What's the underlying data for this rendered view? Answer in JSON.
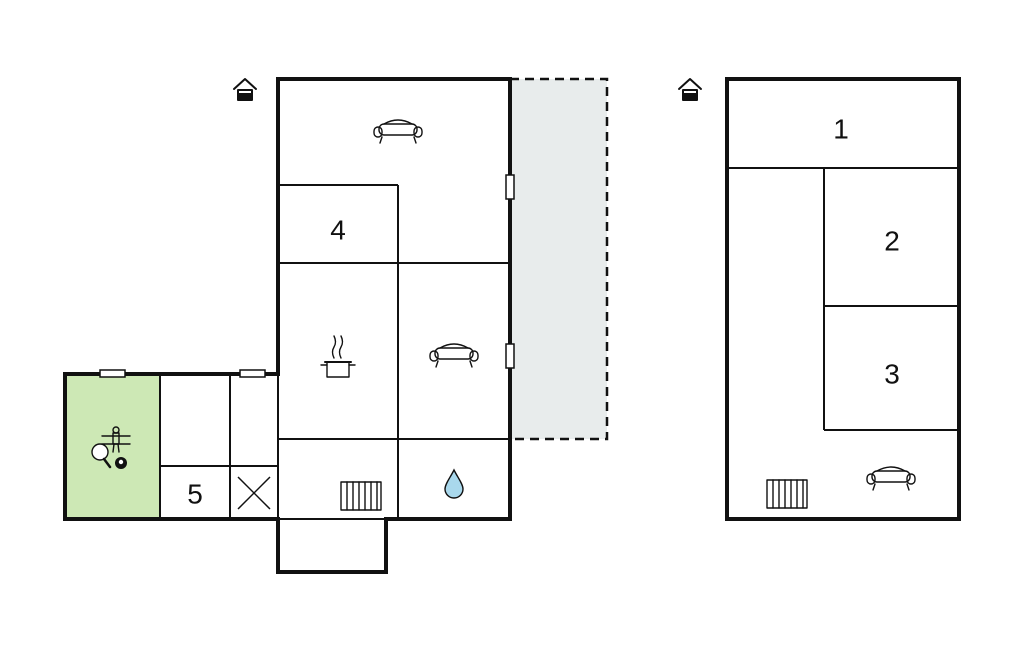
{
  "floors": [
    {
      "name": "ground-floor",
      "room_labels": [
        "4",
        "5"
      ],
      "icons": [
        "sofa-icon",
        "sofa-icon",
        "cooking-pot-icon",
        "radiator-icon",
        "water-drop-icon",
        "bathroom-x-icon",
        "table-tennis-icon",
        "billiards-icon",
        "foosball-icon",
        "house-entrance-icon"
      ]
    },
    {
      "name": "upper-floor",
      "room_labels": [
        "1",
        "2",
        "3"
      ],
      "icons": [
        "sofa-icon",
        "radiator-icon",
        "house-entrance-icon"
      ]
    }
  ],
  "colors": {
    "wall": "#111111",
    "terrace": "#e8ecec",
    "game_room": "#cde8b5",
    "background": "#ffffff"
  }
}
